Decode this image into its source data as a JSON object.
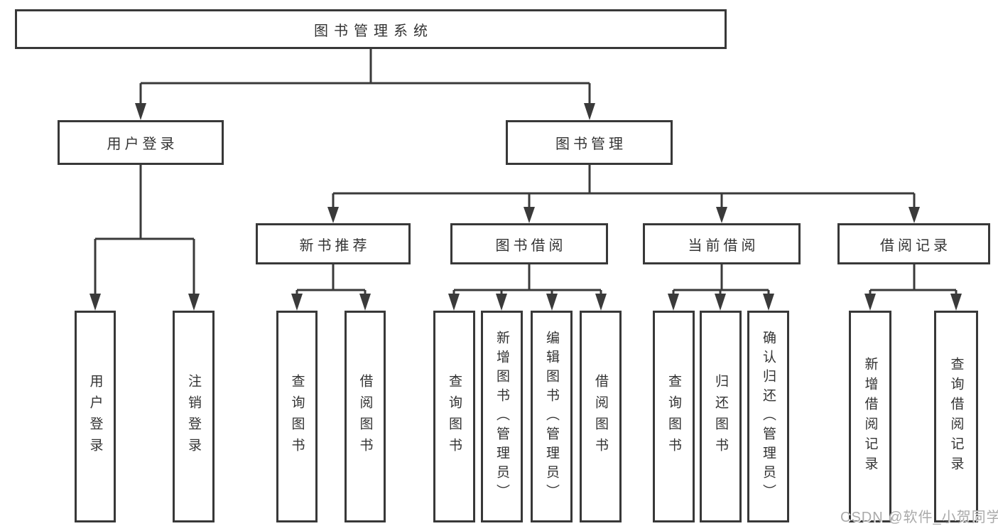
{
  "diagram": {
    "root": {
      "label": "图书管理系统"
    },
    "level2": [
      {
        "label": "用户登录"
      },
      {
        "label": "图书管理"
      }
    ],
    "level3": [
      {
        "label": "新书推荐"
      },
      {
        "label": "图书借阅"
      },
      {
        "label": "当前借阅"
      },
      {
        "label": "借阅记录"
      }
    ],
    "leaves": {
      "user_login": [
        "用户登录",
        "注销登录"
      ],
      "new_book": [
        "查询图书",
        "借阅图书"
      ],
      "book_borrow": [
        "查询图书",
        "新增图书（管理员）",
        "编辑图书（管理员）",
        "借阅图书"
      ],
      "current_borrow": [
        "查询图书",
        "归还图书",
        "确认归还（管理员）"
      ],
      "borrow_record": [
        "新增借阅记录",
        "查询借阅记录"
      ]
    }
  },
  "watermark": {
    "text": "CSDN @软件_小贺同学"
  },
  "colors": {
    "line": "#3a3a3a",
    "border": "#383838",
    "text": "#333333",
    "watermark": "#aaaaaa",
    "background": "#ffffff"
  }
}
